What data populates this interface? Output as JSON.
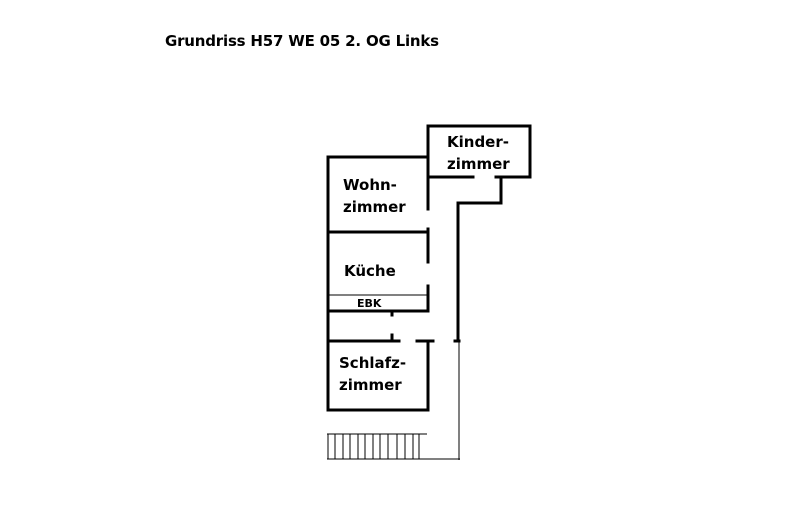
{
  "title": "Grundriss H57 WE 05 2. OG Links",
  "rooms": {
    "kinderzimmer": [
      "Kinder-",
      "zimmer"
    ],
    "wohnzimmer": [
      "Wohn-",
      "zimmer"
    ],
    "kueche": "Küche",
    "ebk": "EBK",
    "schlafzimmer": [
      "Schlafz-",
      "zimmer"
    ]
  },
  "colors": {
    "wall": "#000000",
    "background": "#ffffff"
  }
}
